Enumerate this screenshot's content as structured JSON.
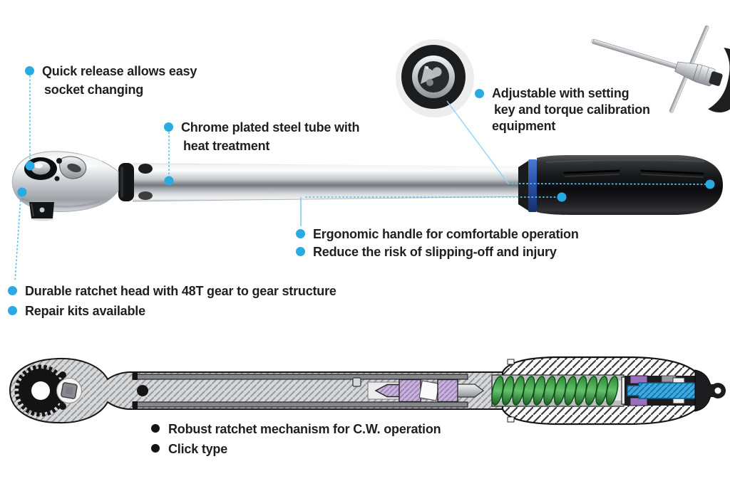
{
  "product": "torque-wrench-feature-diagram",
  "colors": {
    "accent_cyan": "#29ABE2",
    "leader_line": "#7FCDEF",
    "handle_blue_ring": "#2B51A8",
    "text": "#1F1F1F",
    "dark_bullet": "#151515",
    "spring_green": "#3F9E42",
    "cam_purple": "#C7B2DA",
    "screw_blue": "#3FA9DF"
  },
  "callouts": {
    "quick_release": {
      "line1": "Quick release allows easy",
      "line2": "socket changing"
    },
    "chrome_tube": {
      "line1": "Chrome plated steel tube with",
      "line2": "heat treatment"
    },
    "adjustable": {
      "line1": "Adjustable with setting",
      "line2": "key and torque calibration",
      "line3": "equipment"
    },
    "ergonomic_handle": {
      "text": "Ergonomic handle for comfortable operation"
    },
    "slip_risk": {
      "text": "Reduce the risk of slipping-off and injury"
    },
    "ratchet_head": {
      "text": "Durable ratchet head with 48T gear to gear structure"
    },
    "repair_kits": {
      "text": "Repair kits available"
    },
    "mechanism": {
      "text": "Robust ratchet mechanism for C.W. operation"
    },
    "click_type": {
      "text": "Click type"
    }
  }
}
